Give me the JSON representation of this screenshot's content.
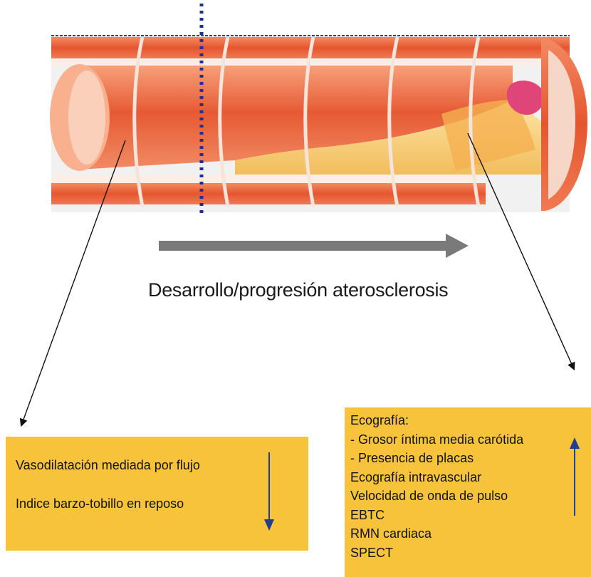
{
  "caption": "Desarrollo/progresión aterosclerosis",
  "left_box": {
    "items": [
      "Vasodilatación mediada por flujo",
      "Indice barzo-tobillo en reposo"
    ],
    "trend": "down",
    "trend_color": "#1f3f8f"
  },
  "right_box": {
    "items": [
      "Ecografía:",
      "- Grosor íntima media carótida",
      "- Presencia de placas",
      "Ecografía intravascular",
      "Velocidad de onda de pulso",
      "EBTC",
      "RMN cardiaca",
      "SPECT"
    ],
    "trend": "up",
    "trend_color": "#1f3f8f"
  },
  "colors": {
    "box_fill": "#f7c33a",
    "vessel_wall": "#e8603c",
    "plaque": "#f6cf7a",
    "progress_arrow": "#7a7a7a",
    "dashed_line": "#1f2f9a"
  },
  "icons": {
    "progress_arrow": "arrow-right-icon",
    "left_trend": "arrow-down-icon",
    "right_trend": "arrow-up-icon"
  }
}
